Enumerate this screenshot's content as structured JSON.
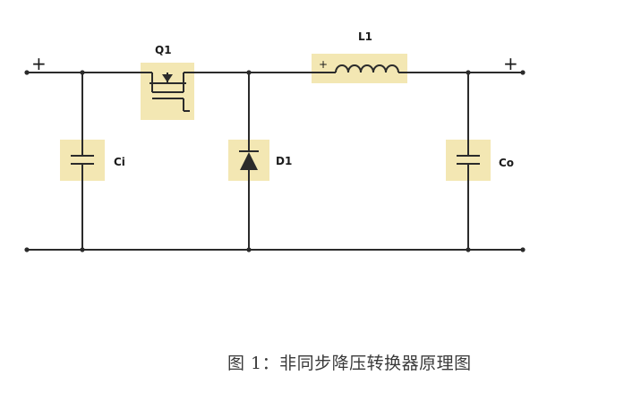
{
  "diagram": {
    "components": {
      "input_terminal_sign": "+",
      "output_terminal_sign": "+",
      "switch": "Q1",
      "inductor": "L1",
      "inductor_polarity": "+",
      "diode": "D1",
      "input_capacitor": "Ci",
      "output_capacitor": "Co"
    },
    "colors": {
      "wire": "#2b2b2b",
      "component_highlight": "#f3e7b3"
    }
  },
  "caption": "图 1：非同步降压转换器原理图"
}
